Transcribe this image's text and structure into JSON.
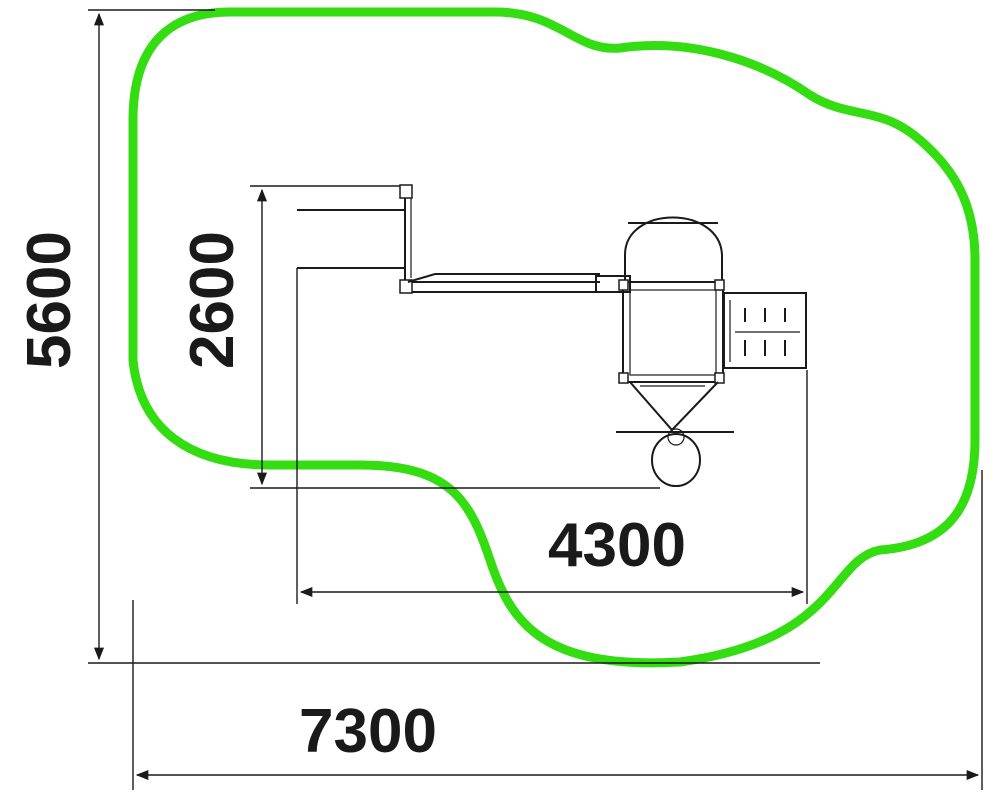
{
  "dimensions": {
    "overall_height": "5600",
    "overall_width": "7300",
    "equipment_depth": "2600",
    "equipment_length": "4300"
  },
  "colors": {
    "safety_zone": "#33dd11",
    "lines": "#1a1a1a",
    "background": "#ffffff"
  }
}
